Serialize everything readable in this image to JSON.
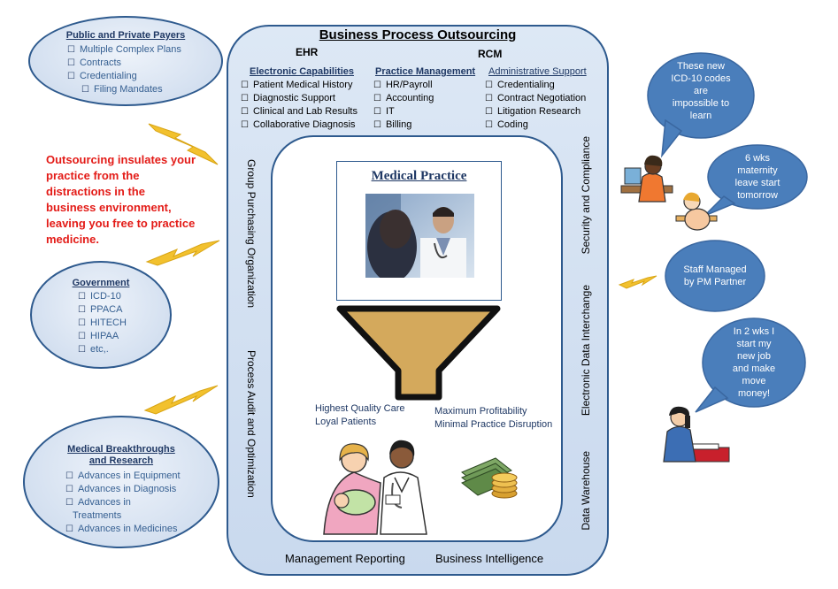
{
  "payers": {
    "title": "Public and Private Payers",
    "items": [
      "Multiple Complex Plans",
      "Contracts",
      "Credentialing"
    ],
    "subitems": [
      "Filing Mandates"
    ]
  },
  "government": {
    "title": "Government",
    "items": [
      "ICD-10",
      "PPACA",
      "HITECH",
      "HIPAA",
      "etc,."
    ]
  },
  "research": {
    "title_line1": "Medical Breakthroughs",
    "title_line2": "and Research",
    "items": [
      "Advances in Equipment",
      "Advances in Diagnosis",
      "Advances in",
      "Advances in Medicines"
    ],
    "item3_cont": "Treatments"
  },
  "callout": {
    "text": "Outsourcing insulates your practice from the distractions in the business environment, leaving you free to practice medicine."
  },
  "bpo": {
    "title": "Business Process Outsourcing",
    "ehr": "EHR",
    "rcm": "RCM",
    "columns": [
      {
        "title": "Electronic Capabilities",
        "items": [
          "Patient Medical History",
          "Diagnostic Support",
          "Clinical and Lab Results",
          "Collaborative Diagnosis"
        ]
      },
      {
        "title": "Practice Management",
        "items": [
          "HR/Payroll",
          "Accounting",
          "IT",
          "Billing"
        ]
      },
      {
        "title": "Administrative Support",
        "items": [
          "Credentialing",
          "Contract Negotiation",
          "Litigation Research",
          "Coding"
        ]
      }
    ],
    "left_side": {
      "a": "Group Purchasing Organization",
      "b": "Process Audit and Optimization"
    },
    "right_side": {
      "a": "Security and Compliance",
      "b": "Electronic Data Interchange",
      "c": "Data Warehouse"
    },
    "bottom": {
      "a": "Management Reporting",
      "b": "Business Intelligence"
    }
  },
  "practice": {
    "title": "Medical Practice",
    "outcomes_left": [
      "Highest Quality Care",
      "Loyal Patients"
    ],
    "outcomes_right": [
      "Maximum Profitability",
      "Minimal Practice Disruption"
    ]
  },
  "bubbles": {
    "b1": [
      "These new",
      "ICD-10 codes",
      "are",
      "impossible to",
      "learn"
    ],
    "b2": [
      "6 wks",
      "maternity",
      "leave start",
      "tomorrow"
    ],
    "b3": [
      "Staff Managed",
      "by PM Partner"
    ],
    "b4": [
      "In 2 wks I",
      "start my",
      "new job",
      "and make",
      "move",
      "money!"
    ]
  },
  "colors": {
    "frame_border": "#2e5a8e",
    "frame_fill": "#dde8f5",
    "bubble_fill": "#4a7ebb",
    "callout_red": "#e31b17",
    "lightning": "#f2c12e",
    "funnel": "#d4a95c"
  }
}
